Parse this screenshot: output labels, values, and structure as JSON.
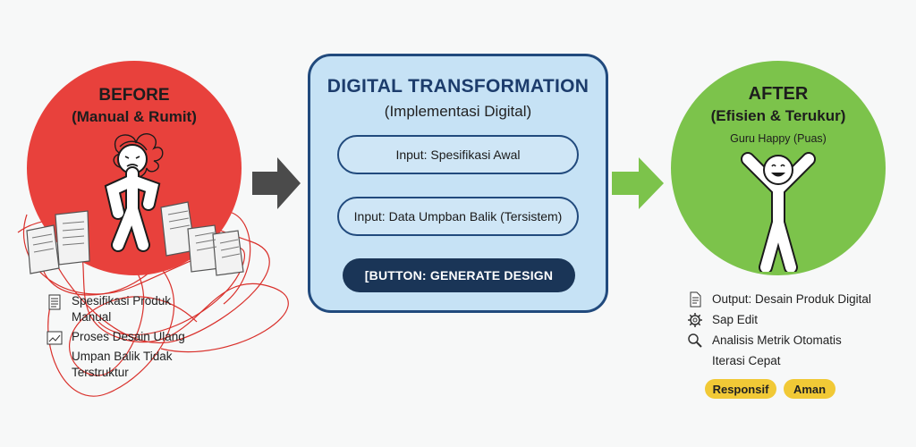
{
  "before": {
    "title": "BEFORE",
    "subtitle": "(Manual & Rumit)",
    "items": [
      {
        "label": "Spesifikasi Produk\nManual",
        "icon": "document-icon"
      },
      {
        "label": "Proses Desain Ulang",
        "icon": "chart-icon"
      },
      {
        "label": "Umpan Balik Tidak\nTerstruktur",
        "icon": ""
      }
    ],
    "color": "#e8413c"
  },
  "center": {
    "title": "DIGITAL TRANSFORMATION",
    "subtitle": "(Implementasi Digital)",
    "input1": "Input: Spesifikasi Awal",
    "input2": "Input: Data Umpban Balik (Tersistem)",
    "button": "[BUTTON: GENERATE DESIGN",
    "color": "#c6e2f5"
  },
  "after": {
    "title": "AFTER",
    "subtitle": "(Efisien & Terukur)",
    "caption": "Guru Happy (Puas)",
    "items": [
      {
        "label": "Output: Desain Produk Digital",
        "icon": "document-icon"
      },
      {
        "label": "Sap Edit",
        "icon": "gear-icon"
      },
      {
        "label": "Analisis Metrik Otomatis",
        "icon": "magnifier-icon"
      },
      {
        "label": "Iterasi Cepat",
        "icon": ""
      }
    ],
    "badges": [
      "Responsif",
      "Aman"
    ],
    "color": "#7cc34b"
  }
}
